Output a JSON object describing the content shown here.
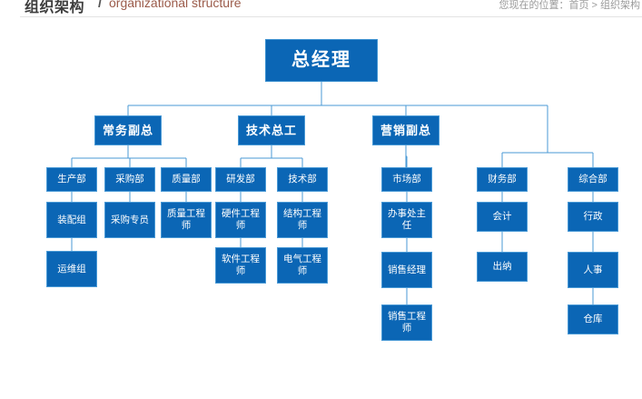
{
  "header": {
    "title": "组织架构",
    "separator": "/",
    "subtitle": "organizational structure",
    "breadcrumb": "您现在的位置：首页 > 组织架构"
  },
  "colors": {
    "node_fill": "#0b66b5",
    "node_border": "#4a9ad6",
    "connector": "#4a9ad6",
    "subtitle": "#9b5b4a",
    "title": "#3d3d3d"
  },
  "chart_data": {
    "type": "diagram",
    "title": "组织架构",
    "subtitle": "organizational structure",
    "root": "总经理",
    "nodes": [
      {
        "id": "n0",
        "label": "总经理",
        "level": 1,
        "parent": null
      },
      {
        "id": "n1",
        "label": "常务副总",
        "level": 2,
        "parent": "n0"
      },
      {
        "id": "n2",
        "label": "技术总工",
        "level": 2,
        "parent": "n0"
      },
      {
        "id": "n3",
        "label": "营销副总",
        "level": 2,
        "parent": "n0"
      },
      {
        "id": "n4",
        "label": "生产部",
        "level": 3,
        "parent": "n1"
      },
      {
        "id": "n5",
        "label": "采购部",
        "level": 3,
        "parent": "n1"
      },
      {
        "id": "n6",
        "label": "质量部",
        "level": 3,
        "parent": "n1"
      },
      {
        "id": "n7",
        "label": "研发部",
        "level": 3,
        "parent": "n2"
      },
      {
        "id": "n8",
        "label": "技术部",
        "level": 3,
        "parent": "n2"
      },
      {
        "id": "n9",
        "label": "市场部",
        "level": 3,
        "parent": "n3"
      },
      {
        "id": "n10",
        "label": "财务部",
        "level": 3,
        "parent": "n0"
      },
      {
        "id": "n11",
        "label": "综合部",
        "level": 3,
        "parent": "n0"
      },
      {
        "id": "n12",
        "label": "装配组",
        "level": 4,
        "parent": "n4"
      },
      {
        "id": "n13",
        "label": "采购专员",
        "level": 4,
        "parent": "n5"
      },
      {
        "id": "n14",
        "label": "质量工程师",
        "level": 4,
        "parent": "n6"
      },
      {
        "id": "n15",
        "label": "硬件工程师",
        "level": 4,
        "parent": "n7"
      },
      {
        "id": "n16",
        "label": "结构工程师",
        "level": 4,
        "parent": "n8"
      },
      {
        "id": "n17",
        "label": "办事处主任",
        "level": 4,
        "parent": "n9"
      },
      {
        "id": "n18",
        "label": "会计",
        "level": 4,
        "parent": "n10"
      },
      {
        "id": "n19",
        "label": "行政",
        "level": 4,
        "parent": "n11"
      },
      {
        "id": "n20",
        "label": "运维组",
        "level": 5,
        "parent": "n12"
      },
      {
        "id": "n21",
        "label": "软件工程师",
        "level": 5,
        "parent": "n15"
      },
      {
        "id": "n22",
        "label": "电气工程师",
        "level": 5,
        "parent": "n16"
      },
      {
        "id": "n23",
        "label": "销售经理",
        "level": 5,
        "parent": "n17"
      },
      {
        "id": "n24",
        "label": "出纳",
        "level": 5,
        "parent": "n18"
      },
      {
        "id": "n25",
        "label": "人事",
        "level": 5,
        "parent": "n19"
      },
      {
        "id": "n26",
        "label": "销售工程师",
        "level": 6,
        "parent": "n23"
      },
      {
        "id": "n27",
        "label": "仓库",
        "level": 6,
        "parent": "n25"
      }
    ]
  }
}
